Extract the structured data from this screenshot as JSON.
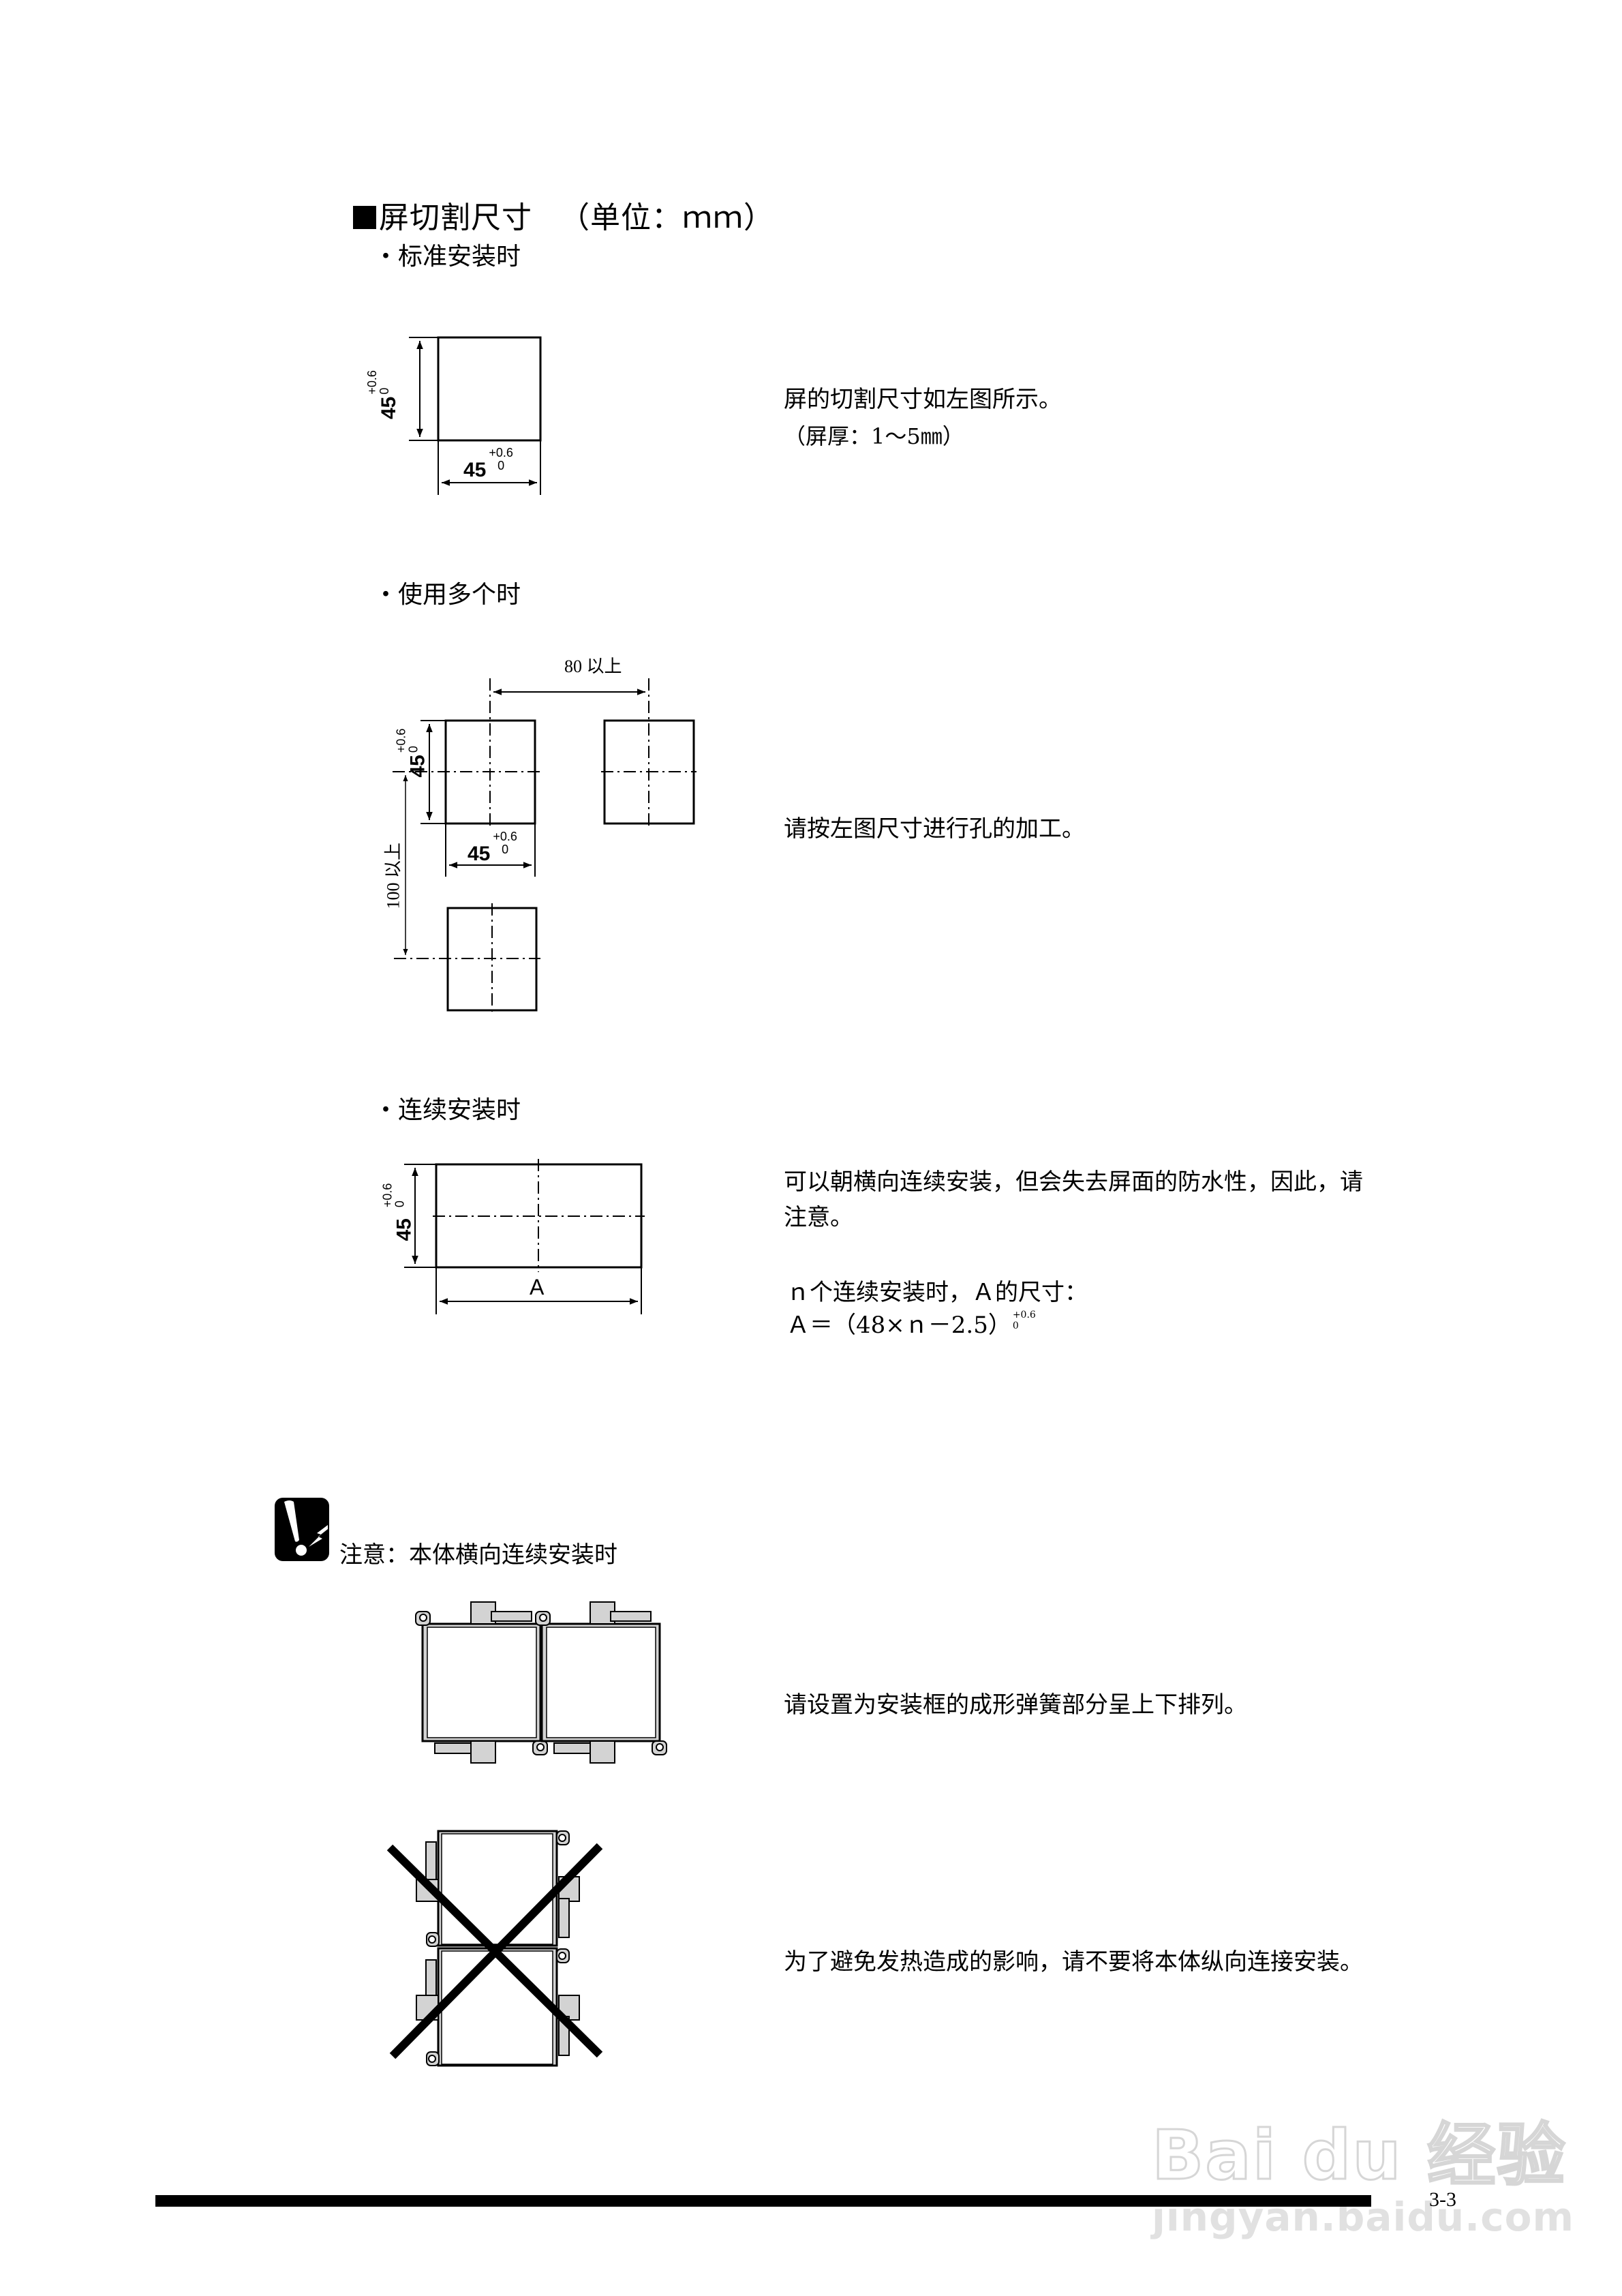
{
  "heading": {
    "title": "屏切割尺寸",
    "unit": "（单位：ｍｍ）"
  },
  "sections": [
    {
      "label": "・标准安装时",
      "diagram": {
        "height_dim": "45",
        "width_dim": "45",
        "tol_upper": "+0.6",
        "tol_lower": "0"
      },
      "description": [
        "屏的切割尺寸如左图所示。",
        "（屏厚：1～5㎜）"
      ]
    },
    {
      "label": "・使用多个时",
      "diagram": {
        "height_dim": "45",
        "width_dim": "45",
        "tol_upper": "+0.6",
        "tol_lower": "0",
        "horizontal_spacing": "80 以上",
        "vertical_spacing": "100 以上"
      },
      "description": [
        "请按左图尺寸进行孔的加工。"
      ]
    },
    {
      "label": "・连续安装时",
      "diagram": {
        "height_dim": "45",
        "tol_upper": "+0.6",
        "tol_lower": "0",
        "width_label": "A"
      },
      "description": [
        "可以朝横向连续安装，但会失去屏面的防水性，因此，请",
        "注意。",
        "ｎ个连续安装时，Ａ的尺寸：",
        "Ａ＝（48×ｎ－2.5）"
      ],
      "formula_tol_upper": "+0.6",
      "formula_tol_lower": "0"
    }
  ],
  "caution": {
    "icon": "caution-exclamation-icon",
    "title": "注意：本体横向连续安装时",
    "items": [
      {
        "figure": "horizontal-mounting-ok",
        "text": "请设置为安装框的成形弹簧部分呈上下排列。"
      },
      {
        "figure": "vertical-mounting-prohibited",
        "text": "为了避免发热造成的影响，请不要将本体纵向连接安装。"
      }
    ]
  },
  "footer": {
    "page_number": "3-3"
  },
  "watermark": {
    "logo_text": "Bai du 经验",
    "url_text": "jingyan.baidu.com"
  },
  "colors": {
    "ink": "#000000",
    "frame_gray": "#d3d3d3",
    "watermark_gray": "#d6d6d6"
  }
}
